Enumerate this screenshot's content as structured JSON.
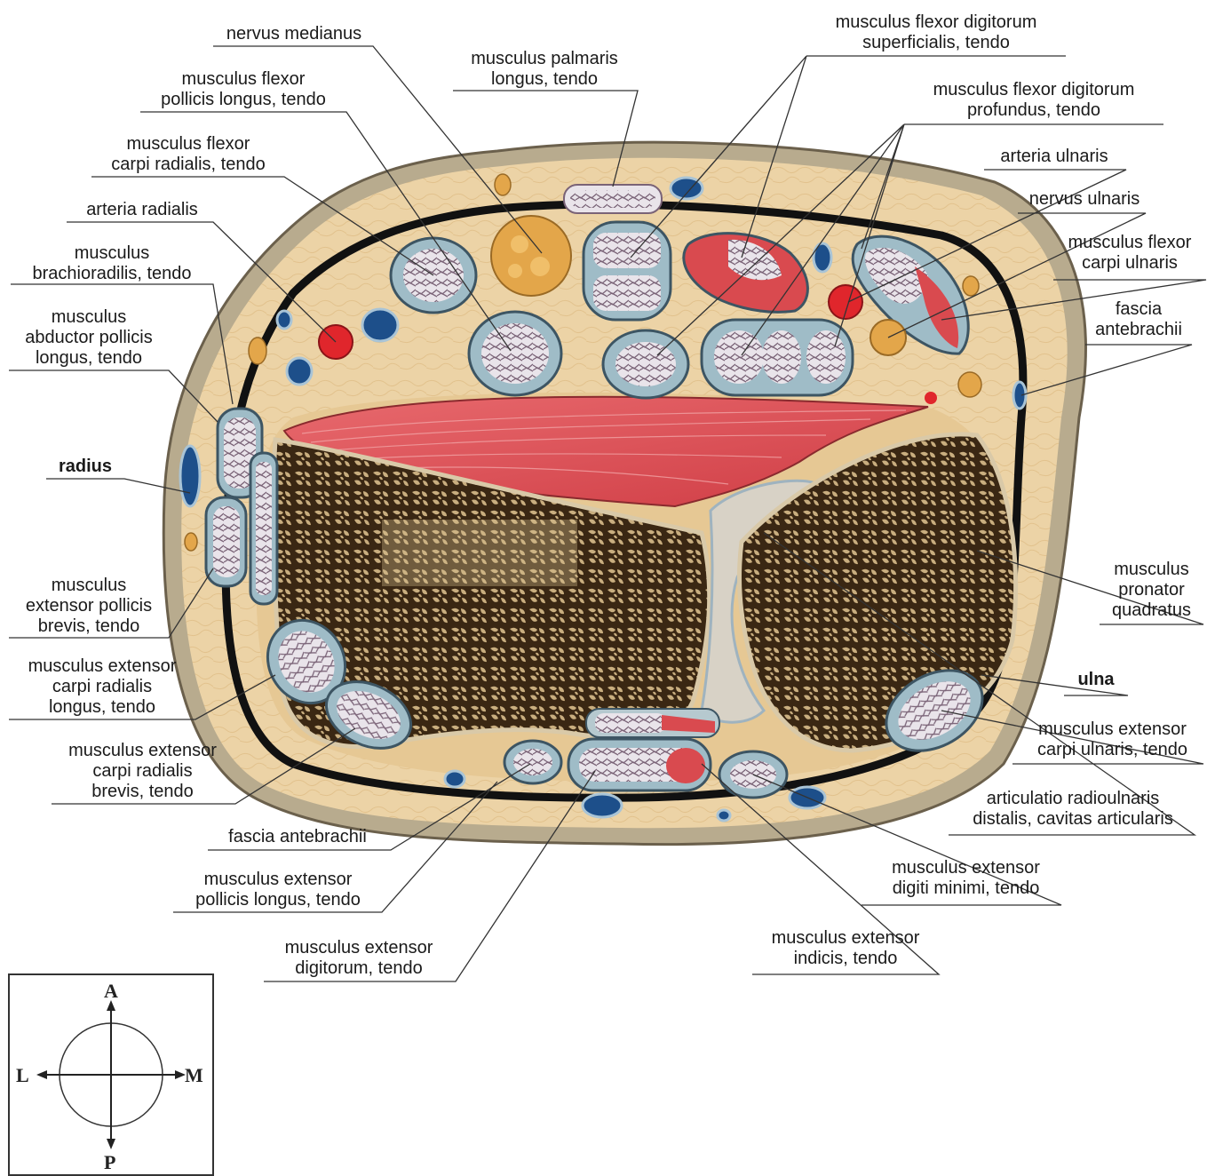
{
  "labels": {
    "nervus_medianus": "nervus medianus",
    "flexor_pollicis_longus": "musculus flexor\npollicis longus, tendo",
    "flexor_carpi_radialis": "musculus flexor\ncarpi radialis, tendo",
    "arteria_radialis": "arteria radialis",
    "brachioradialis": "musculus\nbrachioradilis, tendo",
    "abductor_pollicis_longus": "musculus\nabductor pollicis\nlongus, tendo",
    "radius": "radius",
    "extensor_pollicis_brevis": "musculus\nextensor pollicis\nbrevis, tendo",
    "extensor_carpi_radialis_longus": "musculus extensor\ncarpi radialis\nlongus, tendo",
    "extensor_carpi_radialis_brevis": "musculus extensor\ncarpi radialis\nbrevis, tendo",
    "fascia_antebrachii_bottom": "fascia antebrachii",
    "extensor_pollicis_longus": "musculus extensor\npollicis longus, tendo",
    "extensor_digitorum": "musculus extensor\ndigitorum, tendo",
    "palmaris_longus": "musculus palmaris\nlongus, tendo",
    "flexor_digitorum_superficialis": "musculus flexor digitorum\nsuperficialis, tendo",
    "flexor_digitorum_profundus": "musculus flexor digitorum\nprofundus, tendo",
    "arteria_ulnaris": "arteria ulnaris",
    "nervus_ulnaris": "nervus ulnaris",
    "flexor_carpi_ulnaris": "musculus flexor\ncarpi ulnaris",
    "fascia_antebrachii_right": "fascia\nantebrachii",
    "pronator_quadratus": "musculus\npronator\nquadratus",
    "ulna": "ulna",
    "extensor_carpi_ulnaris": "musculus extensor\ncarpi ulnaris, tendo",
    "articulatio_radioulnaris": "articulatio radioulnaris\ndistalis, cavitas articularis",
    "extensor_digiti_minimi": "musculus extensor\ndigiti minimi, tendo",
    "extensor_indicis": "musculus extensor\nindicis, tendo"
  },
  "orientation": {
    "anterior": "A",
    "posterior": "P",
    "lateral": "L",
    "medial": "M"
  },
  "colors": {
    "skin": "#b8ab8e",
    "fat": "#ecd3a6",
    "fascia": "#111111",
    "muscle": "#d94a4f",
    "tendon_sheath": "#9fbcc7",
    "bone": "#b99a6c",
    "artery": "#e0262c",
    "vein": "#1d4f8a",
    "nerve": "#e3a64a"
  }
}
